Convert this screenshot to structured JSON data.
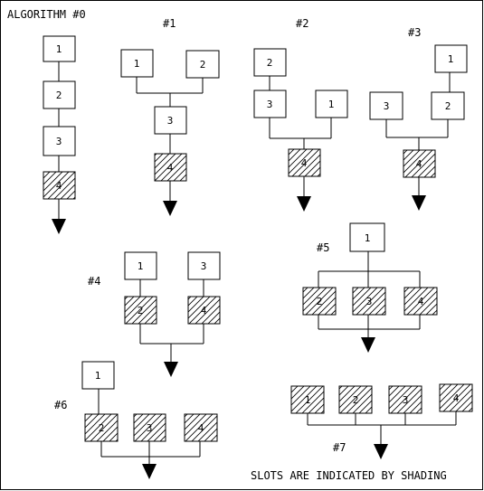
{
  "title": "ALGORITHM #0",
  "footer": "SLOTS ARE INDICATED BY SHADING",
  "algorithm_labels": [
    "#1",
    "#2",
    "#3",
    "#4",
    "#5",
    "#6",
    "#7"
  ],
  "operator_numbers": [
    "1",
    "2",
    "3",
    "4"
  ],
  "colors": {
    "ink": "#000000",
    "background": "#ffffff"
  }
}
